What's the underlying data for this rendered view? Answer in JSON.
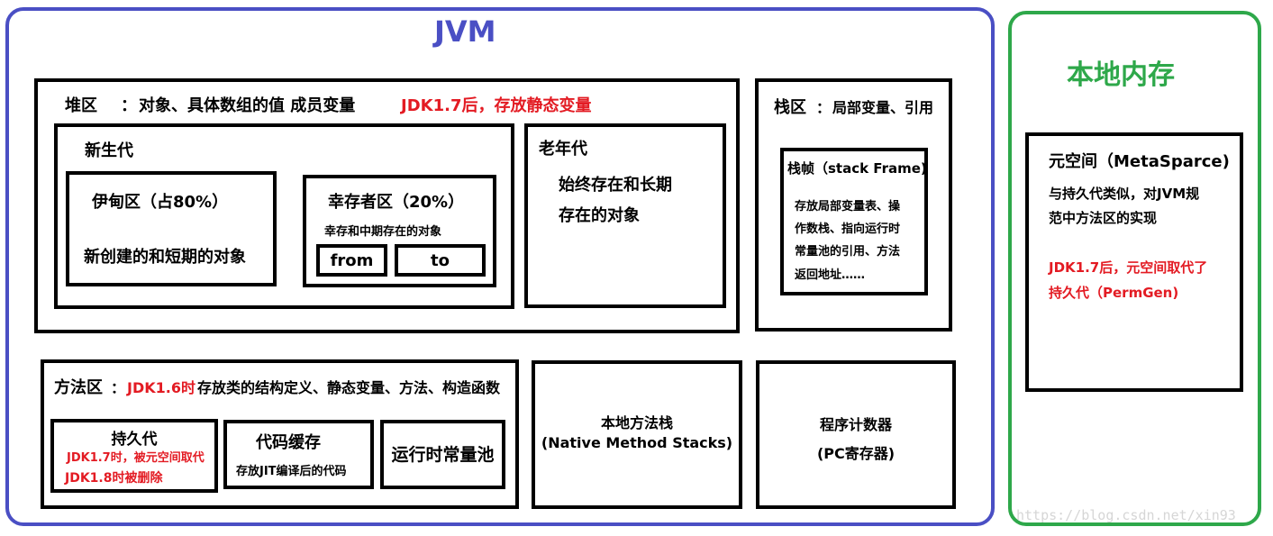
{
  "jvm": {
    "title": "JVM"
  },
  "native_memory": {
    "title": "本地内存",
    "metaspace": {
      "title": "元空间（MetaSparce)",
      "desc_line1": "与持久代类似，对JVM规",
      "desc_line2": "范中方法区的实现",
      "note_line1": "JDK1.7后，元空间取代了",
      "note_line2": "持久代（PermGen)"
    }
  },
  "heap": {
    "label": "堆区",
    "colon": "：",
    "desc": "对象、具体数组的值  成员变量",
    "note": "JDK1.7后，存放静态变量",
    "young": {
      "label": "新生代",
      "eden": {
        "label": "伊甸区（占80%）",
        "desc": "新创建的和短期的对象"
      },
      "survivor": {
        "label": "幸存者区（20%）",
        "desc": "幸存和中期存在的对象",
        "from": "from",
        "to": "to"
      }
    },
    "old": {
      "label": "老年代",
      "desc_line1": "始终存在和长期",
      "desc_line2": "存在的对象"
    }
  },
  "stack": {
    "label": "栈区",
    "colon": "：",
    "desc": "局部变量、引用",
    "frame": {
      "title": "栈帧（stack Frame)",
      "line1": "存放局部变量表、操",
      "line2": "作数栈、指向运行时",
      "line3": "常量池的引用、方法",
      "line4": "返回地址……"
    }
  },
  "method_area": {
    "label": "方法区",
    "colon": "：",
    "note": "JDK1.6时",
    "desc": "存放类的结构定义、静态变量、方法、构造函数",
    "permgen": {
      "label": "持久代",
      "note1": "JDK1.7时，被元空间取代",
      "note2": "JDK1.8时被删除"
    },
    "code_cache": {
      "label": "代码缓存",
      "desc": "存放JIT编译后的代码"
    },
    "runtime_pool": {
      "label": "运行时常量池"
    }
  },
  "native_method_stack": {
    "line1": "本地方法栈",
    "line2": "(Native Method Stacks)"
  },
  "pc_register": {
    "line1": "程序计数器",
    "line2": "(PC寄存器)"
  },
  "watermark": "https://blog.csdn.net/xin93",
  "colors": {
    "jvm_border": "#4a4fc4",
    "native_border": "#2ea84a",
    "accent_red": "#e31b23"
  }
}
